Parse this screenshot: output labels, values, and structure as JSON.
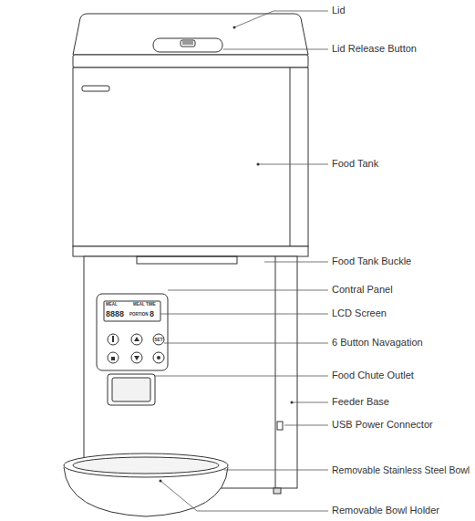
{
  "diagram": {
    "labels": [
      "Lid",
      "Lid Release Button",
      "Food Tank",
      "Food Tank Buckle",
      "Contral Panel",
      "LCD Screen",
      "6 Button Navagation",
      "Food Chute Outlet",
      "Feeder Base",
      "USB Power Connector",
      "Removable Stainless Steel Bowl",
      "Removable Bowl Holder",
      "MEAL",
      "MEAL TIME",
      "8888",
      "PORTION",
      "8",
      "SET"
    ]
  }
}
